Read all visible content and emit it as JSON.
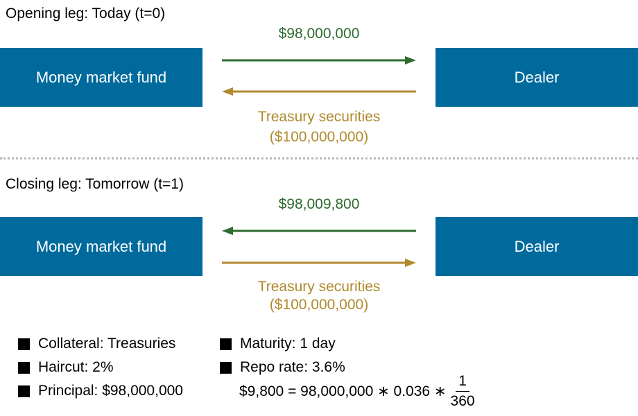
{
  "colors": {
    "box": "#006a9c",
    "money": "#2e6b2e",
    "securities": "#b08a2e"
  },
  "opening_leg": {
    "title": "Opening leg: Today (t=0)",
    "left_box": "Money market fund",
    "right_box": "Dealer",
    "cash_amount": "$98,000,000",
    "cash_direction": "to-dealer",
    "securities_label": "Treasury securities",
    "securities_value": "($100,000,000)",
    "securities_direction": "to-fund"
  },
  "closing_leg": {
    "title": "Closing leg: Tomorrow (t=1)",
    "left_box": "Money market fund",
    "right_box": "Dealer",
    "cash_amount": "$98,009,800",
    "cash_direction": "to-fund",
    "securities_label": "Treasury securities",
    "securities_value": "($100,000,000)",
    "securities_direction": "to-dealer"
  },
  "notes": {
    "collateral": "Collateral: Treasuries",
    "haircut": "Haircut: 2%",
    "principal": "Principal: $98,000,000",
    "maturity": "Maturity: 1 day",
    "repo_rate": "Repo rate: 3.6%"
  },
  "formula": {
    "expression": "$9,800 = 98,000,000 ∗ 0.036 ∗",
    "numerator": "1",
    "denominator": "360"
  }
}
